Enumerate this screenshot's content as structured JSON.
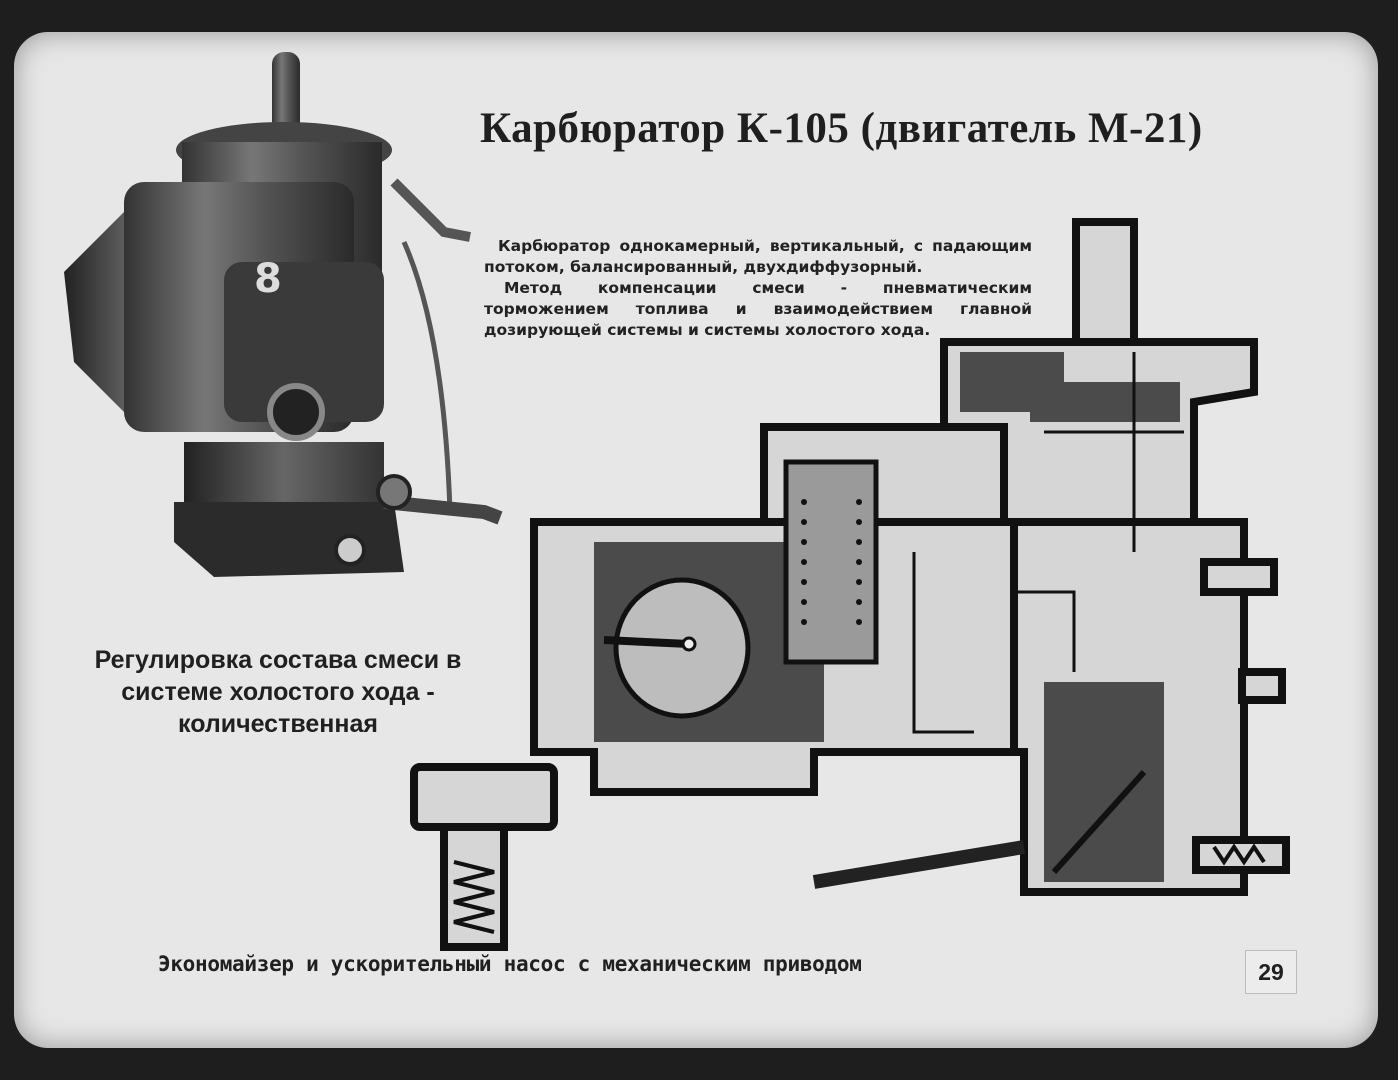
{
  "title": "Карбюратор К-105 (двигатель М-21)",
  "description": {
    "paragraph1": "Карбюратор однокамерный, вертикальный, с падающим потоком, балансированный, двухдиффузорный.",
    "paragraph2": "Метод компенсации смеси - пневматическим торможением топлива и взаимодействием главной дозирующей системы и системы холостого хода."
  },
  "idle_adjustment_label": "Регулировка состава смеси в системе холостого хода - количественная",
  "economizer_label": "Экономайзер и ускорительный насос с механическим приводом",
  "page_number": "29"
}
